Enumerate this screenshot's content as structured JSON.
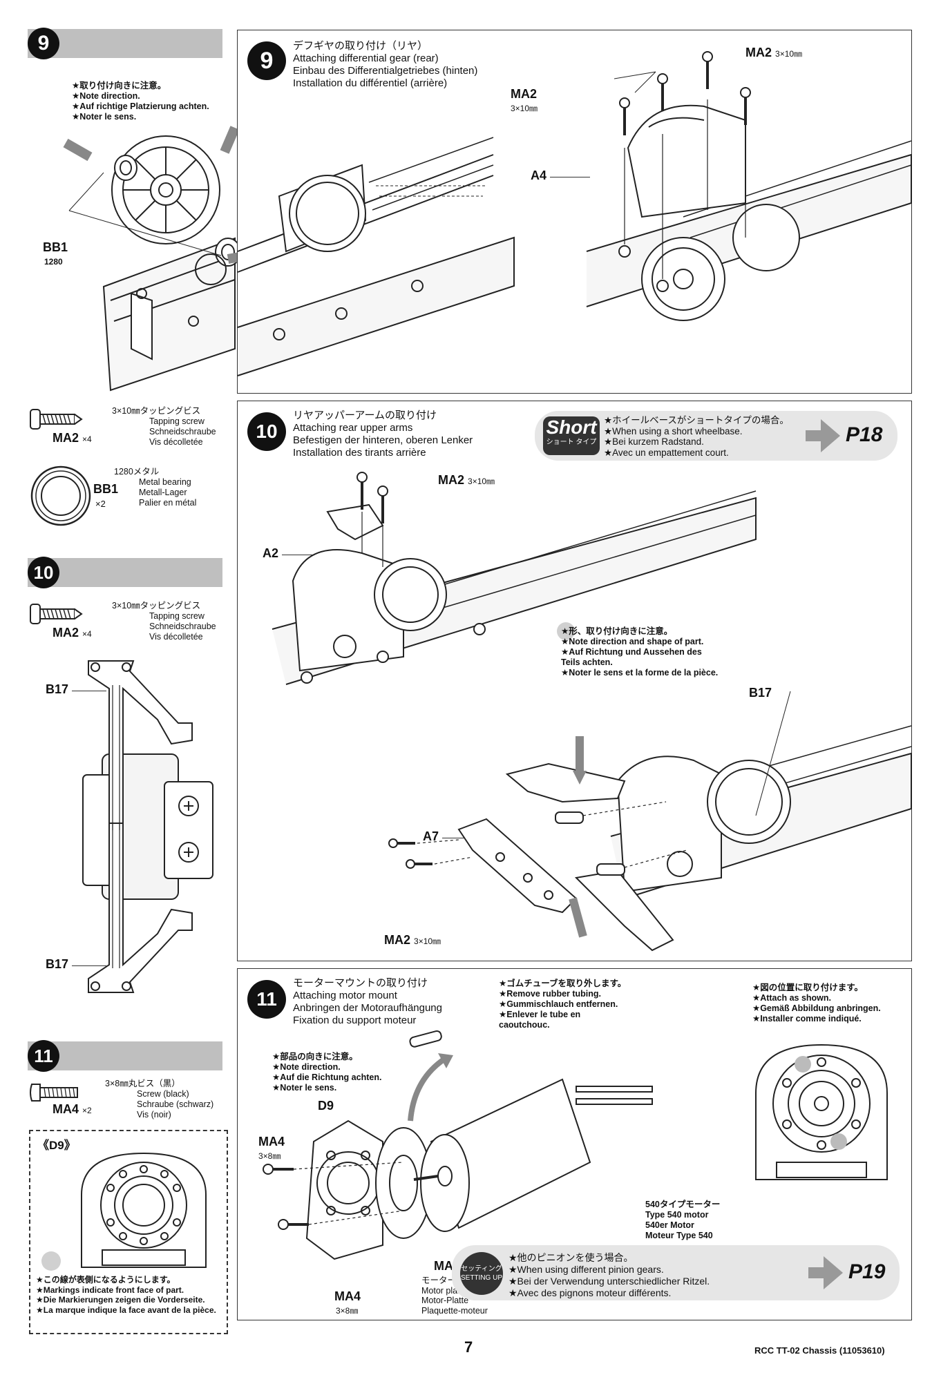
{
  "step9": {
    "number": "9",
    "title_ja": "デフギヤの取り付け（リヤ）",
    "title_en": "Attaching differential gear (rear)",
    "title_de": "Einbau des Differentialgetriebes (hinten)",
    "title_fr": "Installation du différentiel (arrière)",
    "left_note": [
      "★取り付け向きに注意。",
      "★Note direction.",
      "★Auf richtige Platzierung achten.",
      "★Noter le sens."
    ],
    "label_bb1": "BB1",
    "label_bb1_sub": "1280",
    "label_ma2_a": "MA2",
    "label_ma2_a_sub": "3×10㎜",
    "label_ma2_b": "MA2",
    "label_ma2_b_sub": "3×10㎜",
    "label_a4": "A4"
  },
  "sidebar9": {
    "number": "9",
    "screw_ja": "3×10㎜タッピングビス",
    "screw_en": "Tapping screw",
    "screw_de": "Schneidschraube",
    "screw_fr": "Vis décolletée",
    "screw_code": "MA2",
    "screw_qty": "×4",
    "bearing_ja": "1280メタル",
    "bearing_en": "Metal bearing",
    "bearing_de": "Metall-Lager",
    "bearing_fr": "Palier en métal",
    "bearing_code": "BB1",
    "bearing_qty": "×2"
  },
  "step10": {
    "number": "10",
    "title_ja": "リヤアッパーアームの取り付け",
    "title_en": "Attaching rear upper arms",
    "title_de": "Befestigen der hinteren, oberen Lenker",
    "title_fr": "Installation des tirants arrière",
    "short_badge": "Short",
    "short_badge_sub": "ショート タイプ",
    "short_note": [
      "★ホイールベースがショートタイプの場合。",
      "★When using a short wheelbase.",
      "★Bei kurzem Radstand.",
      "★Avec un empattement court."
    ],
    "short_page": "P18",
    "label_ma2_top": "MA2",
    "label_ma2_top_sub": "3×10㎜",
    "label_a2": "A2",
    "direction_note": [
      "★形、取り付け向きに注意。",
      "★Note direction and shape of part.",
      "★Auf Richtung und Aussehen des",
      "Teils achten.",
      "★Noter le sens et la forme de la pièce."
    ],
    "label_b17": "B17",
    "label_a7": "A7",
    "label_ma2_bot": "MA2",
    "label_ma2_bot_sub": "3×10㎜"
  },
  "sidebar10": {
    "number": "10",
    "screw_ja": "3×10㎜タッピングビス",
    "screw_en": "Tapping screw",
    "screw_de": "Schneidschraube",
    "screw_fr": "Vis décolletée",
    "screw_code": "MA2",
    "screw_qty": "×4",
    "label_b17_top": "B17",
    "label_b17_bot": "B17"
  },
  "step11": {
    "number": "11",
    "title_ja": "モーターマウントの取り付け",
    "title_en": "Attaching motor mount",
    "title_de": "Anbringen der Motoraufhängung",
    "title_fr": "Fixation du support moteur",
    "tube_note": [
      "★ゴムチューブを取り外します。",
      "★Remove rubber tubing.",
      "★Gummischlauch entfernen.",
      "★Enlever le tube en",
      "caoutchouc."
    ],
    "attach_note": [
      "★図の位置に取り付けます。",
      "★Attach as shown.",
      "★Gemäß Abbildung anbringen.",
      "★Installer comme indiqué."
    ],
    "part_dir_note": [
      "★部品の向きに注意。",
      "★Note direction.",
      "★Auf die Richtung achten.",
      "★Noter le sens."
    ],
    "label_d9": "D9",
    "label_ma4_a": "MA4",
    "label_ma4_a_sub": "3×8㎜",
    "label_ma4_b": "MA4",
    "label_ma4_b_sub": "3×8㎜",
    "label_ma9": "MA9",
    "ma9_ja": "モータープレート",
    "ma9_en": "Motor plate",
    "ma9_de": "Motor-Platte",
    "ma9_fr": "Plaquette-moteur",
    "motor_ja": "540タイプモーター",
    "motor_en": "Type 540 motor",
    "motor_de": "540er Motor",
    "motor_fr": "Moteur Type 540",
    "setting_badge": "セッティング SETTING UP",
    "setting_note": [
      "★他のピニオンを使う場合。",
      "★When using different pinion gears.",
      "★Bei der Verwendung unterschiedlicher Ritzel.",
      "★Avec des pignons moteur différents."
    ],
    "setting_page": "P19"
  },
  "sidebar11": {
    "number": "11",
    "screw_ja": "3×8㎜丸ビス（黒）",
    "screw_en": "Screw (black)",
    "screw_de": "Schraube (schwarz)",
    "screw_fr": "Vis (noir)",
    "screw_code": "MA4",
    "screw_qty": "×2",
    "d9_label": "《D9》",
    "d9_note": [
      "★この線が表側になるようにします。",
      "★Markings indicate front face of part.",
      "★Die Markierungen zeigen die Vorderseite.",
      "★La marque indique la face avant de la pièce."
    ]
  },
  "footer": {
    "page_number": "7",
    "doc_title": "RCC TT-02 Chassis (11053610)"
  },
  "colors": {
    "badge": "#111111",
    "header_bar": "#bfbfbf",
    "info_box": "#e6e6e6",
    "arrow": "#999999"
  }
}
